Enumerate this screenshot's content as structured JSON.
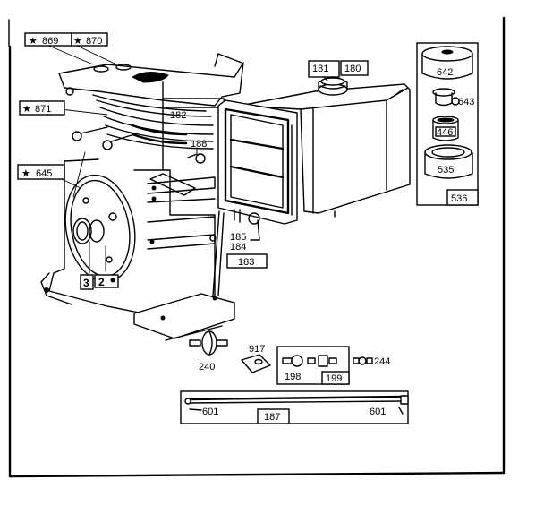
{
  "diagram": {
    "title": "",
    "star_symbol": "★",
    "callouts": {
      "p869": "869",
      "p870": "870",
      "p871": "871",
      "p645": "645",
      "p182": "182",
      "p188": "188",
      "p181": "181",
      "p180": "180",
      "p185": "185",
      "p184": "184",
      "p183": "183",
      "p3": "3",
      "p2": "2",
      "p642": "642",
      "p643": "643",
      "p446": "446",
      "p535": "535",
      "p536": "536",
      "p240": "240",
      "p917": "917",
      "p198": "198",
      "p199": "199",
      "p244": "244",
      "p601_left": "601",
      "p601_right": "601",
      "p187": "187"
    },
    "starred_parts": [
      "869",
      "870",
      "871",
      "645"
    ],
    "components": [
      "engine-block",
      "cylinder-head",
      "fuel-tank",
      "fuel-tank-cap",
      "air-cleaner-frame",
      "air-filter-kit",
      "fuel-filter",
      "fuel-fittings",
      "fuel-line"
    ]
  }
}
